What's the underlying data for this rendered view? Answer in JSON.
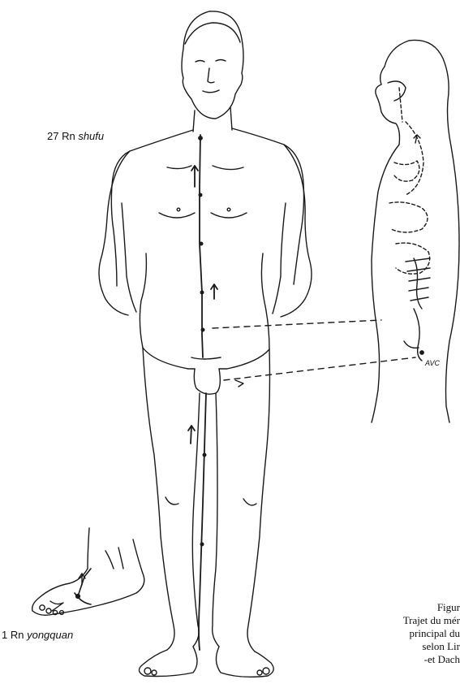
{
  "labels": {
    "top": {
      "number": "27 Rn",
      "name": "shufu"
    },
    "bottom": {
      "number": "1 Rn",
      "name": "yongquan"
    },
    "avc": "AVC"
  },
  "caption": {
    "line1": "Figur",
    "line2": "Trajet du mér",
    "line3": "principal du",
    "line4": "selon Lir",
    "line5": "-et Dach"
  },
  "colors": {
    "ink": "#1a1a1a",
    "paper": "#ffffff"
  }
}
